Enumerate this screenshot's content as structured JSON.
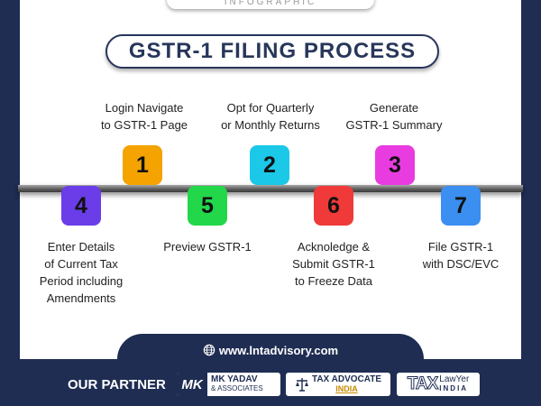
{
  "header": {
    "top_tab_text": "INFOGRAPHIC",
    "title": "GSTR-1 FILING PROCESS"
  },
  "steps_top": [
    {
      "number": "1",
      "line1": "Login Navigate",
      "line2": "to GSTR-1 Page",
      "color": "#f4a300"
    },
    {
      "number": "2",
      "line1": "Opt for Quarterly",
      "line2": "or Monthly Returns",
      "color": "#1cc8e8"
    },
    {
      "number": "3",
      "line1": "Generate",
      "line2": "GSTR-1 Summary",
      "color": "#e83ce0"
    }
  ],
  "steps_bottom": [
    {
      "number": "4",
      "lines": [
        "Enter Details",
        "of Current Tax",
        "Period including",
        "Amendments"
      ],
      "color": "#6a3de8"
    },
    {
      "number": "5",
      "lines": [
        "Preview GSTR-1"
      ],
      "color": "#22d84a"
    },
    {
      "number": "6",
      "lines": [
        "Acknoledge &",
        "Submit GSTR-1",
        "to Freeze Data"
      ],
      "color": "#f03a3a"
    },
    {
      "number": "7",
      "lines": [
        "File GSTR-1",
        "with DSC/EVC"
      ],
      "color": "#3a8ff0"
    }
  ],
  "footer": {
    "website": "www.lntadvisory.com",
    "partner_label": "OUR PARTNER",
    "partners": [
      {
        "mark": "MK",
        "name_line1": "MK YADAV",
        "name_line2": "& ASSOCIATES"
      },
      {
        "name_line1": "TAX ADVOCATE",
        "name_line2": "INDIA"
      },
      {
        "mark": "TAX",
        "name_line1": "LawYer",
        "name_line2": "INDIA"
      }
    ]
  },
  "colors": {
    "navy": "#1f2d53",
    "white": "#ffffff"
  }
}
